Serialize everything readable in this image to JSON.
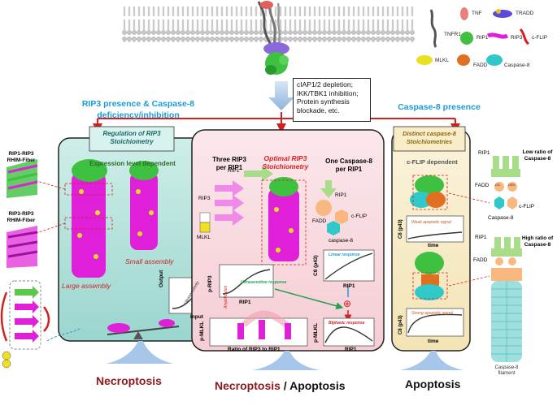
{
  "legend": {
    "tnfr1": "TNFR1",
    "tnf": "TNF",
    "tradd": "TRADD",
    "rip1": "RIP1",
    "rip3": "RIP3",
    "cflip": "c-FLIP",
    "mlkl": "MLKL",
    "fadd": "FADD",
    "caspase8": "Caspase-8"
  },
  "conditions": {
    "lines": [
      "cIAP1/2 depletion;",
      "IKK/TBK1 inhibition;",
      "Protein synthesis",
      "blockade, etc."
    ]
  },
  "headers": {
    "left_line1": "RIP3 presence & Caspase-8",
    "left_line2": "deficiency/inhibition",
    "right": "Caspase-8 presence"
  },
  "left_panel": {
    "title_line1": "Regulation of RIP3",
    "title_line2": "Stoichiometry",
    "subtitle": "Expression level dependent",
    "large": "Large assembly",
    "small": "Small assembly",
    "fiber1_line1": "RIP1-RIP3",
    "fiber1_line2": "RHIM-Fiber",
    "fiber2_line1": "RIP3-RIP3",
    "fiber2_line2": "RHIM-Fiber",
    "graph_ylabel": "Output",
    "graph_xlabel": "Input",
    "graph_curve_label": "Ultrasensitivity",
    "graph_arrow_label": "Amplification"
  },
  "center_panel": {
    "title_line1": "Optimal RIP3",
    "title_line2": "Stoichiometry",
    "three_rip3_line1": "Three RIP3",
    "three_rip3_line2": "per RIP1",
    "one_casp_line1": "One Caspase-8",
    "one_casp_line2": "per RIP1",
    "rip1": "RIP1",
    "rip3": "RIP3",
    "mlkl": "MLKL",
    "fadd": "FADD",
    "cflip": "c-FLIP",
    "caspase8": "caspase-8",
    "graph1_ylabel": "p-RIP3",
    "graph1_xlabel": "RIP1",
    "graph1_curve": "Ultrasensitive response",
    "graph2_ylabel": "C8 (p43)",
    "graph2_xlabel": "RIP1",
    "graph2_curve": "Linear response",
    "graph3_ylabel": "p-MLKL",
    "graph3_xlabel": "Ratio of RIP3 to RIP1",
    "graph4_ylabel": "p-MLKL",
    "graph4_xlabel": "RIP1",
    "graph4_curve": "Biphasic response",
    "combine": "⊕"
  },
  "right_panel": {
    "title_line1": "Distinct caspase-8",
    "title_line2": "Stoichiometries",
    "subtitle": "c-FLIP dependent",
    "graph1_ylabel": "C8 (p43)",
    "graph1_xlabel": "time",
    "graph1_curve": "Weak apoptotic signal",
    "graph2_ylabel": "C8 (p43)",
    "graph2_xlabel": "time",
    "graph2_curve": "Strong apoptotic signal",
    "low_ratio_line1": "Low ratio of",
    "low_ratio_line2": "Caspase-8",
    "high_ratio_line1": "High ratio of",
    "high_ratio_line2": "Caspase-8",
    "rip1_a": "RIP1",
    "fadd_a": "FADD",
    "cflip": "c-FLIP",
    "caspase8": "Caspase-8",
    "rip1_b": "RIP1",
    "fadd_b": "FADD",
    "filament_line1": "Caspase-8",
    "filament_line2": "filament",
    "dd": "DD",
    "ded": "DED"
  },
  "outcomes": {
    "necroptosis": "Necroptosis",
    "center_a": "Necroptosis",
    "center_sep": " / ",
    "center_b": "Apoptosis",
    "apoptosis": "Apoptosis"
  },
  "colors": {
    "rip3": "#e020d8",
    "rip1": "#5cc84a",
    "mlkl": "#e8e020",
    "fadd": "#f08a30",
    "caspase8": "#30c8c8",
    "header_blue": "#1a9cd8",
    "arrow_red": "#d32020",
    "necro_text": "#8b1a1a"
  }
}
